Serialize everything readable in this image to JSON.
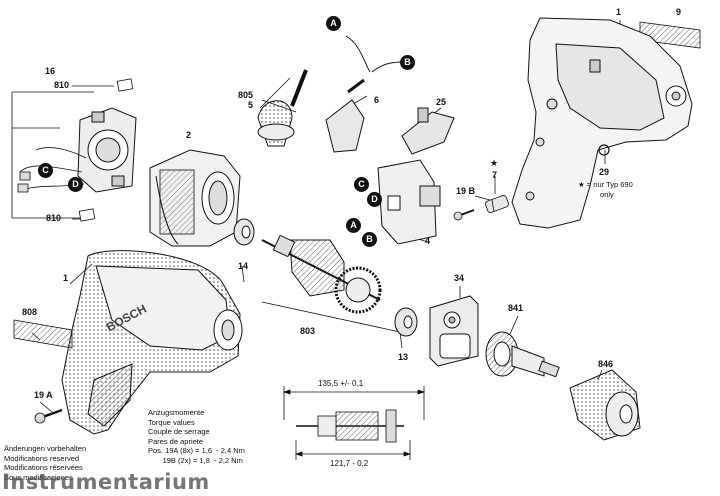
{
  "callouts": {
    "p1_top": "1",
    "p9": "9",
    "p16": "16",
    "p810_top": "810",
    "p2": "2",
    "p805": "805",
    "p5": "5",
    "p6": "6",
    "p25": "25",
    "p29": "29",
    "p7": "7",
    "p19b": "19 B",
    "p4": "4",
    "p810_bottom": "810",
    "p1_left": "1",
    "p14": "14",
    "p34": "34",
    "p808": "808",
    "p803": "803",
    "p841": "841",
    "p13": "13",
    "p846": "846",
    "p19a": "19 A"
  },
  "connectors": {
    "a_top": "A",
    "b_top": "B",
    "c_left": "C",
    "d_left": "D",
    "c_right": "C",
    "d_right": "D",
    "a_right": "A",
    "b_right": "B"
  },
  "footnote": {
    "star": "★",
    "line1": "★ = nur Typ 690",
    "line2": "only"
  },
  "dimensions": {
    "top": "135,5 +/- 0,1",
    "bottom": "121,7 - 0,2"
  },
  "torque": {
    "lines": [
      "Anzugsmomente",
      "Torque values",
      "Couple de serrage",
      "Pares de apriete",
      "Pos. 19A (8x) = 1,6  - 2,4 Nm",
      "       19B (2x) = 1,8  - 2,2 Nm"
    ]
  },
  "modifications": {
    "lines": [
      "Änderungen vorbehalten",
      "Modifications reserved",
      "Modifications réservées",
      "Sous modificaciones"
    ]
  },
  "brand_text": "BOSCH",
  "watermark": "Instrumentarium"
}
